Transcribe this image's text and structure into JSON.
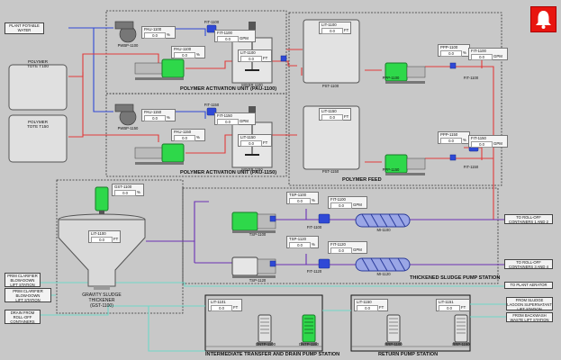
{
  "colors": {
    "background": "#c8c8c8",
    "water_line": "#2f49d6",
    "polymer_line": "#e23b3b",
    "sludge_line": "#6b2fb5",
    "return_line": "#6fd8c8",
    "pump_motor": "#2ed84a",
    "alarm": "#e8150f"
  },
  "alarm": {
    "icon": "bell-icon"
  },
  "inlets": {
    "plant_water": "PLANT POTABLE\nWATER",
    "prim_blowdown_1": "PRIM CLARIFIER\nBLOW-DOWN\nLIFT STATION",
    "prim_blowdown_2": "PRIM CLARIFIER\nBLOW-DOWN\nLIFT STATION",
    "drain_rolloff": "DRAIN FROM\nROLL-OFF\nCONTAINERS"
  },
  "outlets": {
    "rolloff_12": "TO ROLL-OFF\nCONTAINERS 1 AND 2",
    "rolloff_34": "TO ROLL-OFF\nCONTAINERS 3 AND 4",
    "plant_aerator": "TO PLANT AERATOR",
    "lagoon": "FROM SLUDGE\nLAGOON SUPERNATANT\nLIFT STATION",
    "backwash": "FROM BACKWASH\nWASTE LIFT STATION"
  },
  "totes": [
    {
      "label": "POLYMER\nTOTE T100"
    },
    {
      "label": "POLYMER\nTOTE T150"
    }
  ],
  "sections": {
    "pau1100": "POLYMER ACTIVATION UNIT (PAU-1100)",
    "pau1150": "POLYMER ACTIVATION UNIT (PAU-1150)",
    "polymer_feed": "POLYMER FEED",
    "thickened": "THICKENED SLUDGE PUMP STATION",
    "intermediate": "INTERMEDIATE TRANSFER AND DRAIN PUMP STATION",
    "return": "RETURN PUMP STATION",
    "thickener": "GRAVITY SLUDGE\nTHICKENER\n(GST-1100)"
  },
  "equipment": {
    "pwbp1100": "PWBP-1100",
    "pwbp1150": "PWBP-1150",
    "mixer1100": "MIXER 1100",
    "mixer1150": "MIXER 1150",
    "pst1100": "PST-1100",
    "pst1150": "PST-1150",
    "ppp1100": "PPP-1100",
    "ppp1150": "PPP-1150",
    "tsp1100": "TSP-1100",
    "tsp1120": "TSP-1120",
    "mi1100": "MI-1100",
    "mi1120": "MI-1120",
    "dntp1100": "DNTP-1100",
    "dntp1150": "DNTP-1150",
    "rrp1100": "RRP-1100",
    "rrp1150": "RRP-1150"
  },
  "tags": [
    {
      "name": "PAU-1100",
      "value": "0.0",
      "unit": "%"
    },
    {
      "name": "PAU-1100",
      "value": "0.0",
      "unit": "%"
    },
    {
      "name": "FIT-1100",
      "value": "0.0",
      "unit": "GPM"
    },
    {
      "name": "LIT-1100",
      "value": "0.0",
      "unit": "FT"
    },
    {
      "name": "PAU-1150",
      "value": "0.0",
      "unit": "%"
    },
    {
      "name": "PAU-1150",
      "value": "0.0",
      "unit": "%"
    },
    {
      "name": "FIT-1150",
      "value": "0.0",
      "unit": "GPM"
    },
    {
      "name": "LIT-1150",
      "value": "0.0",
      "unit": "FT"
    },
    {
      "name": "LIT-1100",
      "value": "0.0",
      "unit": "FT"
    },
    {
      "name": "PPP-1100",
      "value": "0.0",
      "unit": "%"
    },
    {
      "name": "FIT-1100",
      "value": "0.0",
      "unit": "GPM"
    },
    {
      "name": "LIT-1150",
      "value": "0.0",
      "unit": "FT"
    },
    {
      "name": "PPP-1150",
      "value": "0.0",
      "unit": "%"
    },
    {
      "name": "FIT-1150",
      "value": "0.0",
      "unit": "GPM"
    },
    {
      "name": "GST-1100",
      "value": "0.0",
      "unit": "%"
    },
    {
      "name": "LIT-1100",
      "value": "0.0",
      "unit": "FT"
    },
    {
      "name": "TSP-1100",
      "value": "0.0",
      "unit": "%"
    },
    {
      "name": "FIT-1100",
      "value": "0.0",
      "unit": "GPM"
    },
    {
      "name": "TSP-1120",
      "value": "0.0",
      "unit": "%"
    },
    {
      "name": "FIT-1120",
      "value": "0.0",
      "unit": "GPM"
    },
    {
      "name": "LIT-1101",
      "value": "0.0",
      "unit": "FT"
    },
    {
      "name": "LIT-1150",
      "value": "0.0",
      "unit": "FT"
    },
    {
      "name": "LIT-1151",
      "value": "0.0",
      "unit": "FT"
    }
  ],
  "fit_small": {
    "fit1100": "FIT-1100",
    "fit1150": "FIT-1150",
    "fit1100b": "FIT-1100",
    "fit1150b": "FIT-1150",
    "fit1100c": "FIT-1100",
    "fit1120c": "FIT-1120"
  }
}
